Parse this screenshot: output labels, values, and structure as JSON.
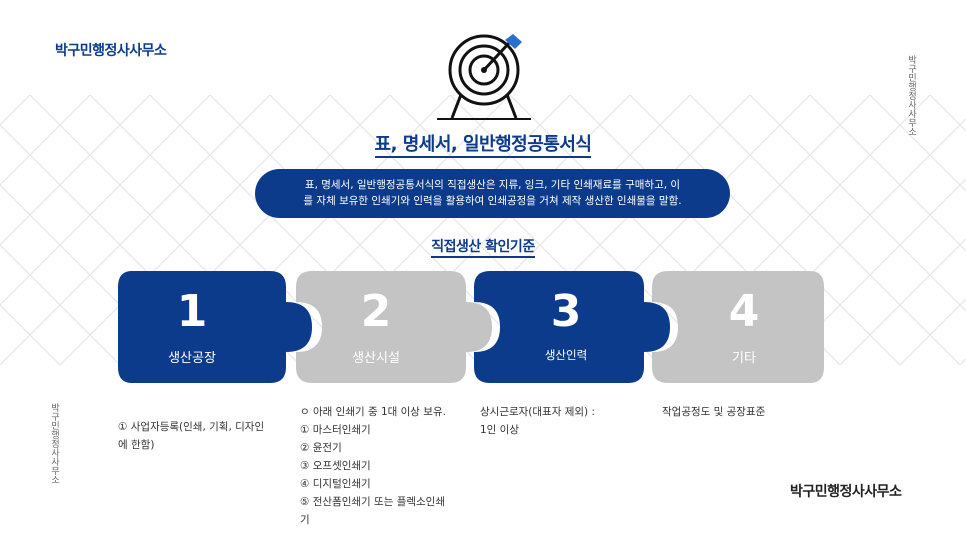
{
  "brand": {
    "name": "박구민행정사사무소"
  },
  "vertical_text": "박구민행정사사무소",
  "title": "표, 명세서, 일반행정공통서식",
  "pill": {
    "line1": "표, 명세서, 일반행정공통서식의 직접생산은 지류, 잉크, 기타 인쇄재료를 구매하고, 이",
    "line2": "를 자체 보유한 인쇄기와 인력을 활용하여 인쇄공정을 거쳐 제작 생산한 인쇄물을 말함."
  },
  "subtitle": "직접생산 확인기준",
  "colors": {
    "primary": "#0d3b8c",
    "gray": "#c4c4c4"
  },
  "icons": {
    "target": "target-arrow-icon"
  },
  "steps": [
    {
      "num": "1",
      "label": "생산공장"
    },
    {
      "num": "2",
      "label": "생산시설"
    },
    {
      "num": "3",
      "label": "생산인력"
    },
    {
      "num": "4",
      "label": "기타"
    }
  ],
  "descriptions": {
    "d1": [
      "① 사업자등록(인쇄, 기획, 디자인",
      "에 한함)"
    ],
    "d2": [
      "ㅇ 아래 인쇄기 중 1대 이상 보유.",
      "① 마스터인쇄기",
      "② 윤전기",
      "③ 오프셋인쇄기",
      "④ 디지털인쇄기",
      "⑤ 전산폼인쇄기 또는 플렉소인쇄",
      "기"
    ],
    "d3": [
      "상시근로자(대표자 제외) :",
      "1인 이상"
    ],
    "d4": [
      "작업공정도 및 공장표준"
    ]
  }
}
